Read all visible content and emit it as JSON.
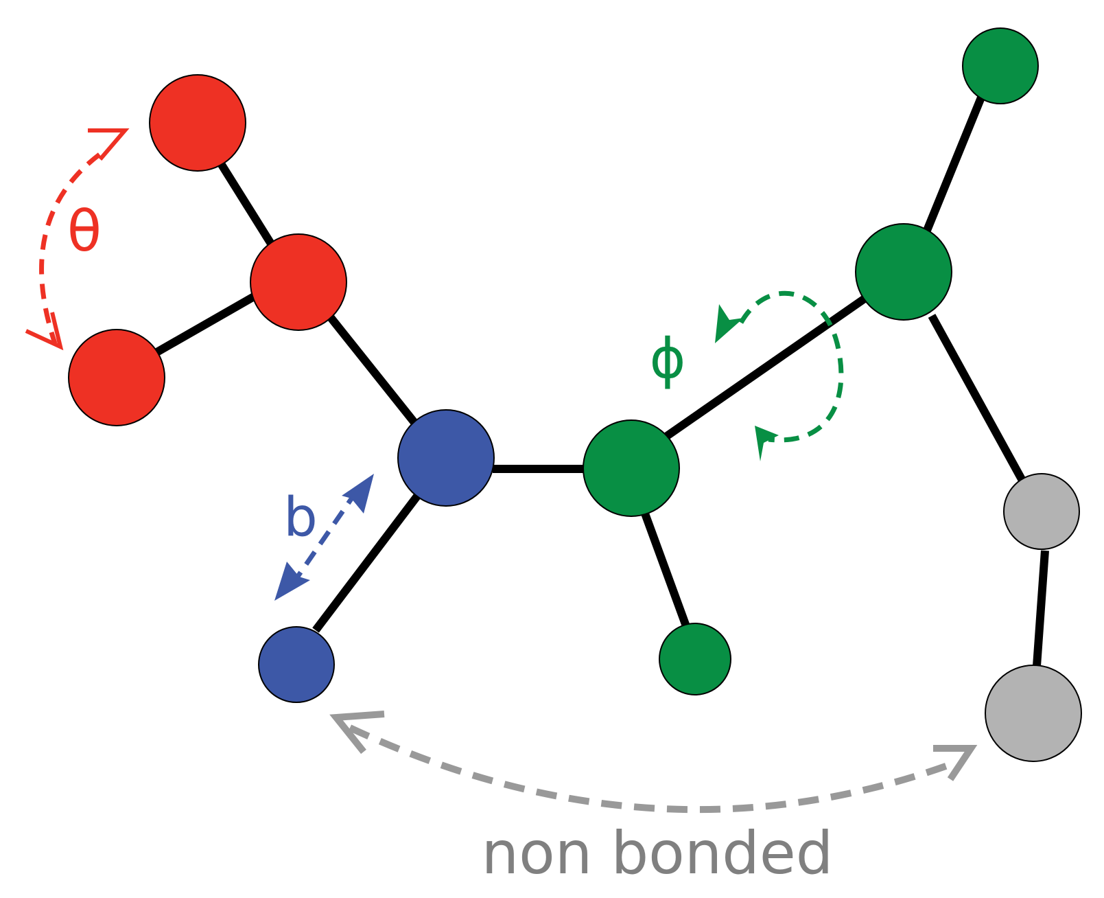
{
  "labels": {
    "angle": "θ",
    "bond": "b",
    "dihedral": "ϕ",
    "non_bonded": "non bonded"
  },
  "colors": {
    "angle": "#ee3124",
    "bond": "#3d58a7",
    "dihedral": "#088f44",
    "non_bonded": "#b3b3b3",
    "non_bonded_text": "#808080",
    "bond_line": "#000000"
  },
  "atom_groups": [
    "angle",
    "bond",
    "dihedral",
    "non_bonded"
  ]
}
